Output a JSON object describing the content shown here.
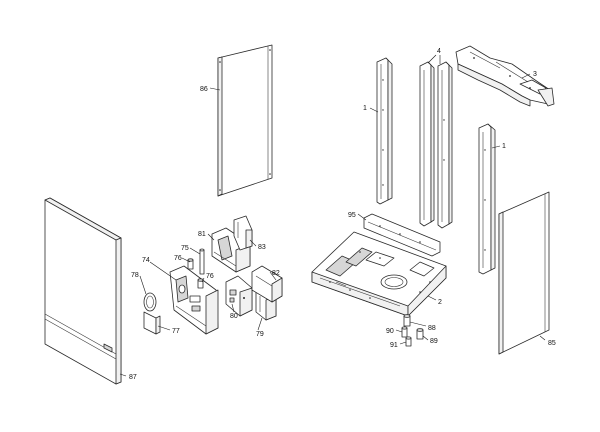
{
  "labels": {
    "l1a": "1",
    "l1b": "1",
    "l2": "2",
    "l3": "3",
    "l4": "4",
    "l74": "74",
    "l75": "75",
    "l76a": "76",
    "l76b": "76",
    "l77": "77",
    "l78": "78",
    "l79": "79",
    "l80": "80",
    "l81": "81",
    "l82": "82",
    "l83": "83",
    "l85": "85",
    "l86": "86",
    "l87": "87",
    "l88": "88",
    "l89": "89",
    "l90": "90",
    "l91": "91",
    "l95": "95"
  }
}
